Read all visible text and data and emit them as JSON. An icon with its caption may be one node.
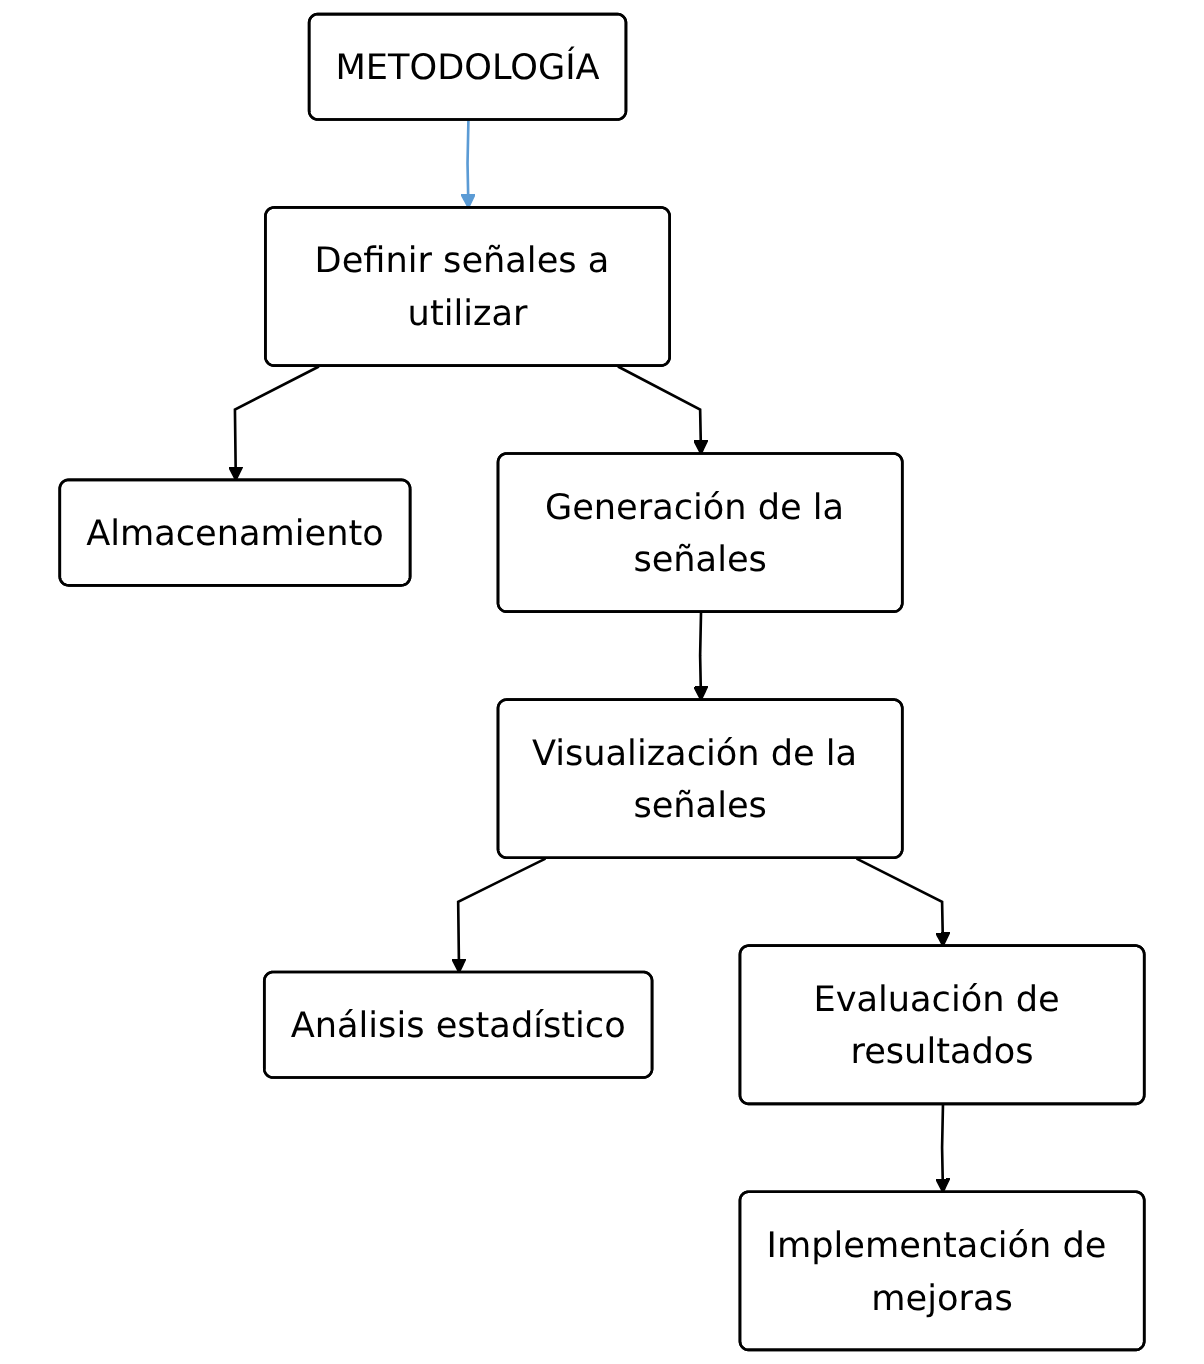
{
  "diagram": {
    "nodes": [
      {
        "text": [
          "METODOLOGÍA"
        ]
      },
      {
        "text": [
          "Definir señales a utilizar"
        ]
      },
      {
        "text": [
          "Almacenamiento"
        ]
      },
      {
        "text": [
          "Generación de la señales"
        ]
      },
      {
        "text": [
          "Visualización de la señales"
        ]
      },
      {
        "text": [
          "Análisis estadístico"
        ]
      },
      {
        "text": [
          "Evaluación de resultados"
        ]
      },
      {
        "text": [
          "Implementación de mejoras"
        ]
      }
    ],
    "edges": [
      {
        "from": 0,
        "to": 1,
        "arrow": "to",
        "color": "#5b9bd5"
      },
      {
        "from": 1,
        "to": 3,
        "arrow": "to"
      },
      {
        "from": 1,
        "to": 2,
        "arrow": "to"
      },
      {
        "from": 3,
        "to": 4,
        "arrow": "to"
      },
      {
        "from": 4,
        "to": 6,
        "arrow": "to"
      },
      {
        "from": 4,
        "to": 5,
        "arrow": "to"
      },
      {
        "from": 6,
        "to": 7,
        "arrow": "to"
      }
    ]
  }
}
